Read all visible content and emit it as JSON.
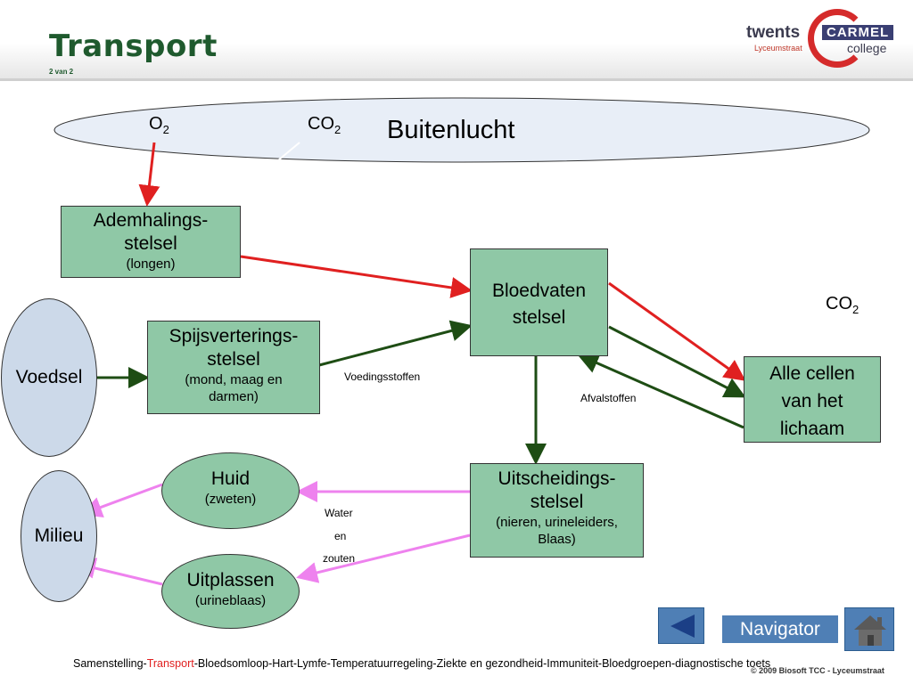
{
  "header": {
    "title": "Transport",
    "subtitle": "2 van 2",
    "logo": {
      "twents": "twents",
      "carmel": "CARMEL",
      "college": "college",
      "lyceum": "Lyceumstraat"
    }
  },
  "diagram": {
    "buitenlucht": "Buitenlucht",
    "o2": {
      "base": "O",
      "sub": "2"
    },
    "co2_top": {
      "base": "CO",
      "sub": "2"
    },
    "co2_right": {
      "base": "CO",
      "sub": "2"
    },
    "ademhaling": {
      "main1": "Ademhalings-",
      "main2": "stelsel",
      "sub": "(longen)"
    },
    "spijsvertering": {
      "main1": "Spijsverterings-",
      "main2": "stelsel",
      "sub1": "(mond, maag en",
      "sub2": "darmen)"
    },
    "bloedvaten": {
      "main1": "Bloedvaten",
      "main2": "stelsel"
    },
    "cellen": {
      "main1": "Alle cellen",
      "main2": "van het",
      "main3": "lichaam"
    },
    "uitscheiding": {
      "main1": "Uitscheidings-",
      "main2": "stelsel",
      "sub1": "(nieren, urineleiders,",
      "sub2": "Blaas)"
    },
    "voedsel": "Voedsel",
    "milieu": "Milieu",
    "huid": {
      "main": "Huid",
      "sub": "(zweten)"
    },
    "uitplassen": {
      "main": "Uitplassen",
      "sub": "(urineblaas)"
    },
    "label_voedingsstoffen": "Voedingsstoffen",
    "label_afvalstoffen": "Afvalstoffen",
    "label_water": "Water",
    "label_en": "en",
    "label_zouten": "zouten"
  },
  "navigation": {
    "navigator_label": "Navigator",
    "back_icon": "back-triangle-icon",
    "home_icon": "home-icon"
  },
  "footer": {
    "before": "Samenstelling-",
    "highlight": "Transport",
    "after": "-Bloedsomloop-Hart-Lymfe-Temperatuurregeling-Ziekte en gezondheid-Immuniteit-Bloedgroepen-diagnostische toets",
    "copyright": "© 2009 Biosoft TCC - Lyceumstraat"
  },
  "colors": {
    "title": "#1f5a2e",
    "box": "#8fc8a6",
    "oval": "#ccd9e9",
    "red_arrow": "#e02020",
    "green_arrow": "#1e4d14",
    "pink_arrow": "#ee82ee",
    "nav": "#4f7fb5"
  }
}
